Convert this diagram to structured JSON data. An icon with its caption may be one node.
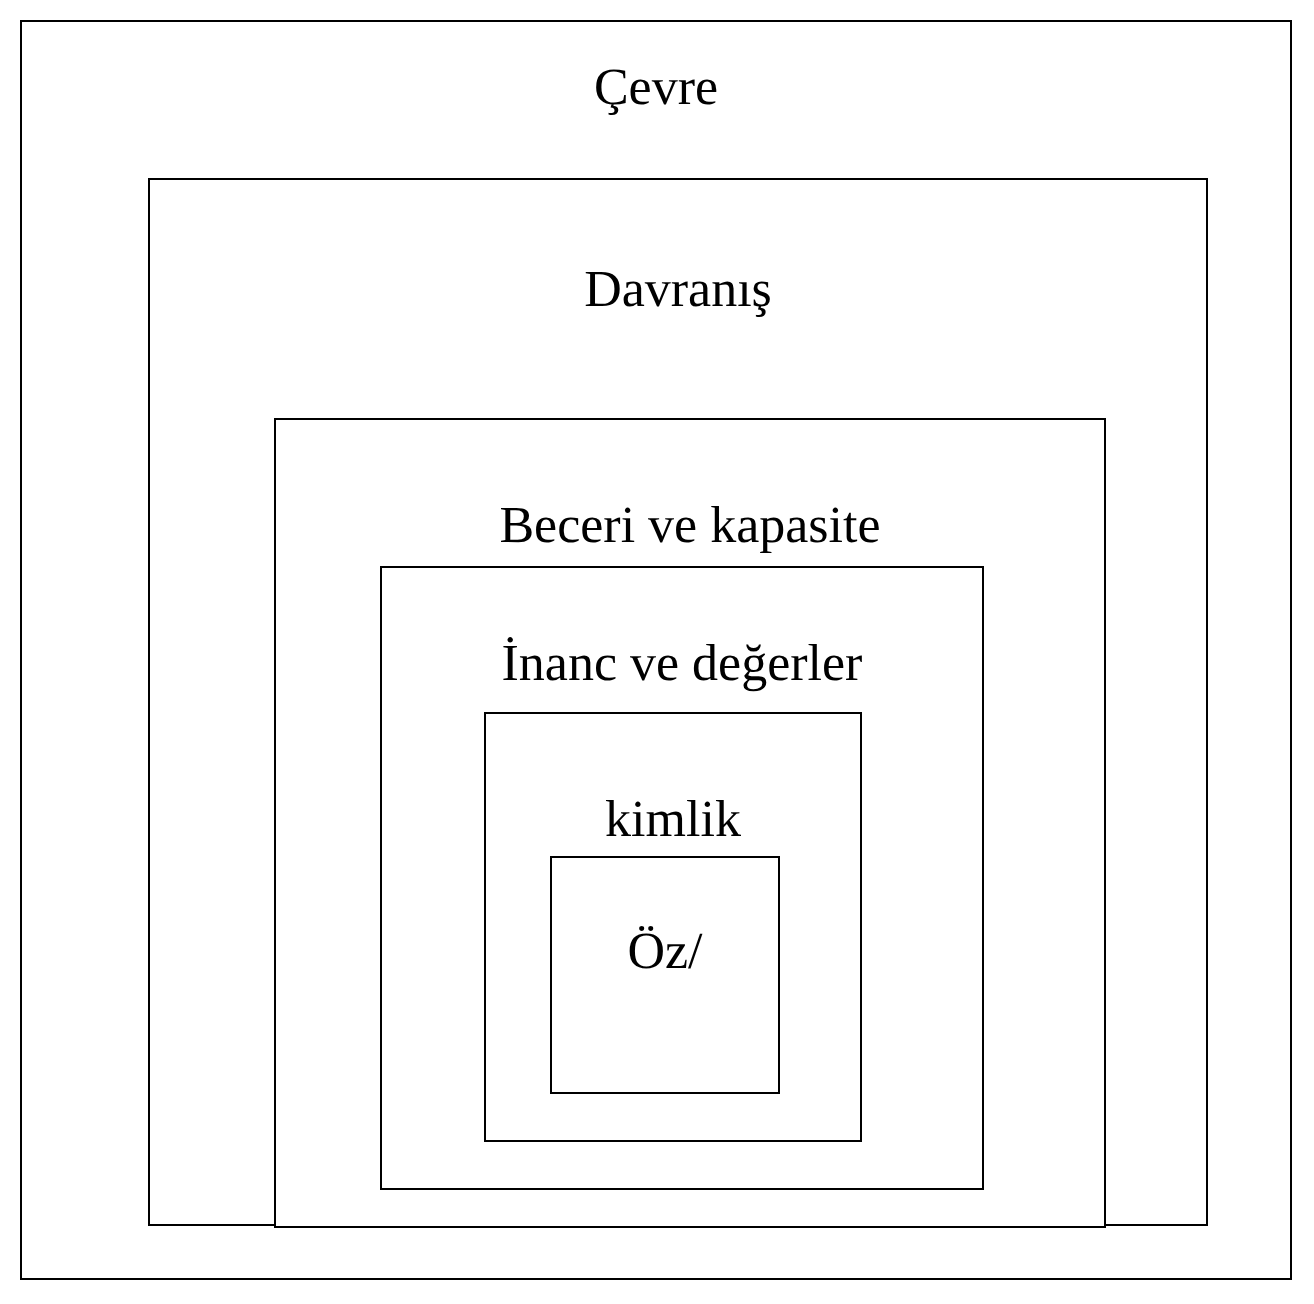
{
  "diagram": {
    "nodes": [
      {
        "text": [
          "Çevre"
        ]
      },
      {
        "text": [
          "Davranış"
        ],
        "in": 0
      },
      {
        "text": [
          "Beceri ve kapasite"
        ],
        "in": 1
      },
      {
        "text": [
          "İnanc ve değerler"
        ],
        "in": 2
      },
      {
        "text": [
          "kimlik"
        ],
        "in": 3
      },
      {
        "text": [
          "Öz/"
        ],
        "in": 4
      }
    ]
  }
}
